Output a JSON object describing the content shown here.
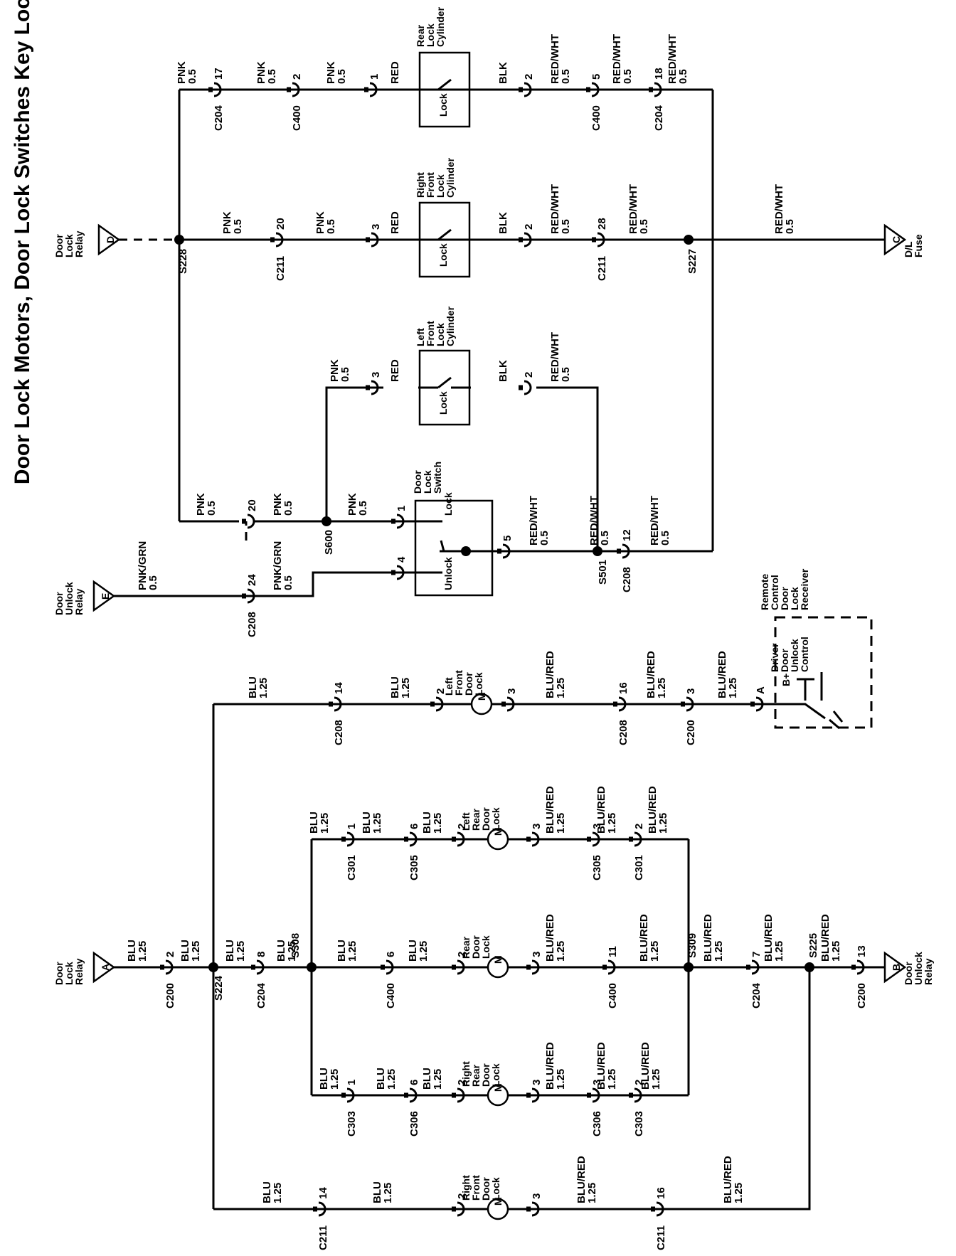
{
  "title": "Door Lock Motors, Door Lock Switches Key Lock Switches",
  "terminals": {
    "door_lock_relay_a": {
      "letter": "A",
      "lines": [
        "Door",
        "Lock",
        "Relay"
      ]
    },
    "door_unlock_relay_b": {
      "letter": "B",
      "lines": [
        "Door",
        "Unlock",
        "Relay"
      ]
    },
    "door_lock_relay_d": {
      "letter": "D",
      "lines": [
        "Door",
        "Lock",
        "Relay"
      ]
    },
    "door_unlock_relay_e": {
      "letter": "E",
      "lines": [
        "Door",
        "Unlock",
        "Relay"
      ]
    },
    "dl_fuse_c": {
      "letter": "C",
      "lines": [
        "D/L",
        "Fuse"
      ]
    }
  },
  "components": {
    "rear_lock_cylinder": {
      "lines": [
        "Rear",
        "Lock",
        "Cylinder"
      ],
      "switch_label": "Lock"
    },
    "right_front_lock_cylinder": {
      "lines": [
        "Right",
        "Front",
        "Lock",
        "Cylinder"
      ],
      "switch_label": "Lock"
    },
    "left_front_lock_cylinder": {
      "lines": [
        "Left",
        "Front",
        "Lock",
        "Cylinder"
      ],
      "switch_label": "Lock"
    },
    "door_lock_switch": {
      "lines": [
        "Door",
        "Lock",
        "Switch"
      ],
      "lock_label": "Lock",
      "unlock_label": "Unlock"
    },
    "left_front_door_lock": {
      "lines": [
        "Left",
        "Front",
        "Door",
        "Lock"
      ]
    },
    "left_rear_door_lock": {
      "lines": [
        "Left",
        "Rear",
        "Door",
        "Lock"
      ]
    },
    "rear_door_lock": {
      "lines": [
        "Rear",
        "Door",
        "Lock"
      ]
    },
    "right_rear_door_lock": {
      "lines": [
        "Right",
        "Rear",
        "Door",
        "Lock"
      ]
    },
    "right_front_door_lock": {
      "lines": [
        "Right",
        "Front",
        "Door",
        "Lock"
      ]
    },
    "remote_receiver": {
      "lines": [
        "Remote",
        "Control",
        "Door",
        "Lock",
        "Receiver"
      ],
      "inner_lines": [
        "Driver",
        "Door",
        "Unlock",
        "Control"
      ],
      "bplus": "B+"
    },
    "motor_symbol": "M"
  },
  "splices": [
    "S228",
    "S227",
    "S600",
    "S501",
    "S224",
    "S308",
    "S309",
    "S225"
  ],
  "connectors": {
    "c204_17": {
      "id": "C204",
      "pin": "17"
    },
    "c400_2": {
      "id": "C400",
      "pin": "2"
    },
    "rl_1": {
      "pin": "1"
    },
    "rl_2": {
      "pin": "2"
    },
    "c400_5": {
      "id": "C400",
      "pin": "5"
    },
    "c204_18": {
      "id": "C204",
      "pin": "18"
    },
    "c211_20": {
      "id": "C211",
      "pin": "20"
    },
    "rf_3": {
      "pin": "3"
    },
    "rf_2": {
      "pin": "2"
    },
    "c211_28": {
      "id": "C211",
      "pin": "28"
    },
    "lf_3": {
      "pin": "3"
    },
    "lf_2": {
      "pin": "2"
    },
    "c208_20": {
      "id": "",
      "pin": "20"
    },
    "c208_24": {
      "id": "C208",
      "pin": "24"
    },
    "dls_1": {
      "pin": "1"
    },
    "dls_4": {
      "pin": "4"
    },
    "dls_5": {
      "pin": "5"
    },
    "c208_12": {
      "id": "C208",
      "pin": "12"
    },
    "c200_2": {
      "id": "C200",
      "pin": "2"
    },
    "c204_8": {
      "id": "C204",
      "pin": "8"
    },
    "c400_6": {
      "id": "C400",
      "pin": "6"
    },
    "rd_2": {
      "pin": "2"
    },
    "rd_3": {
      "pin": "3"
    },
    "c400_11": {
      "id": "C400",
      "pin": "11"
    },
    "c204_7": {
      "id": "C204",
      "pin": "7"
    },
    "c200_13": {
      "id": "C200",
      "pin": "13"
    },
    "c301_1": {
      "id": "C301",
      "pin": "1"
    },
    "c305_6": {
      "id": "C305",
      "pin": "6"
    },
    "lr_2": {
      "pin": "2"
    },
    "lr_3": {
      "pin": "3"
    },
    "c305_3": {
      "id": "C305",
      "pin": "3"
    },
    "c301_2": {
      "id": "C301",
      "pin": "2"
    },
    "c303_1": {
      "id": "C303",
      "pin": "1"
    },
    "c306_6": {
      "id": "C306",
      "pin": "6"
    },
    "rr_2": {
      "pin": "2"
    },
    "rr_3": {
      "pin": "3"
    },
    "c306_3": {
      "id": "C306",
      "pin": "3"
    },
    "c303_2": {
      "id": "C303",
      "pin": "2"
    },
    "c208_14": {
      "id": "C208",
      "pin": "14"
    },
    "lfd_2": {
      "pin": "2"
    },
    "lfd_3": {
      "pin": "3"
    },
    "c208_16": {
      "id": "C208",
      "pin": "16"
    },
    "c200_3": {
      "id": "C200",
      "pin": "3"
    },
    "rcv_a": {
      "pin": "A"
    },
    "c211_14": {
      "id": "C211",
      "pin": "14"
    },
    "rfd_2": {
      "pin": "2"
    },
    "rfd_3": {
      "pin": "3"
    },
    "c211_16": {
      "id": "C211",
      "pin": "16"
    }
  },
  "wires": {
    "pnk05": [
      "PNK",
      "0.5"
    ],
    "red": [
      "RED"
    ],
    "blk": [
      "BLK"
    ],
    "redwht05": [
      "RED/WHT",
      "0.5"
    ],
    "pnkgrn05": [
      "PNK/GRN",
      "0.5"
    ],
    "blu125": [
      "BLU",
      "1.25"
    ],
    "blured125": [
      "BLU/RED",
      "1.25"
    ]
  }
}
